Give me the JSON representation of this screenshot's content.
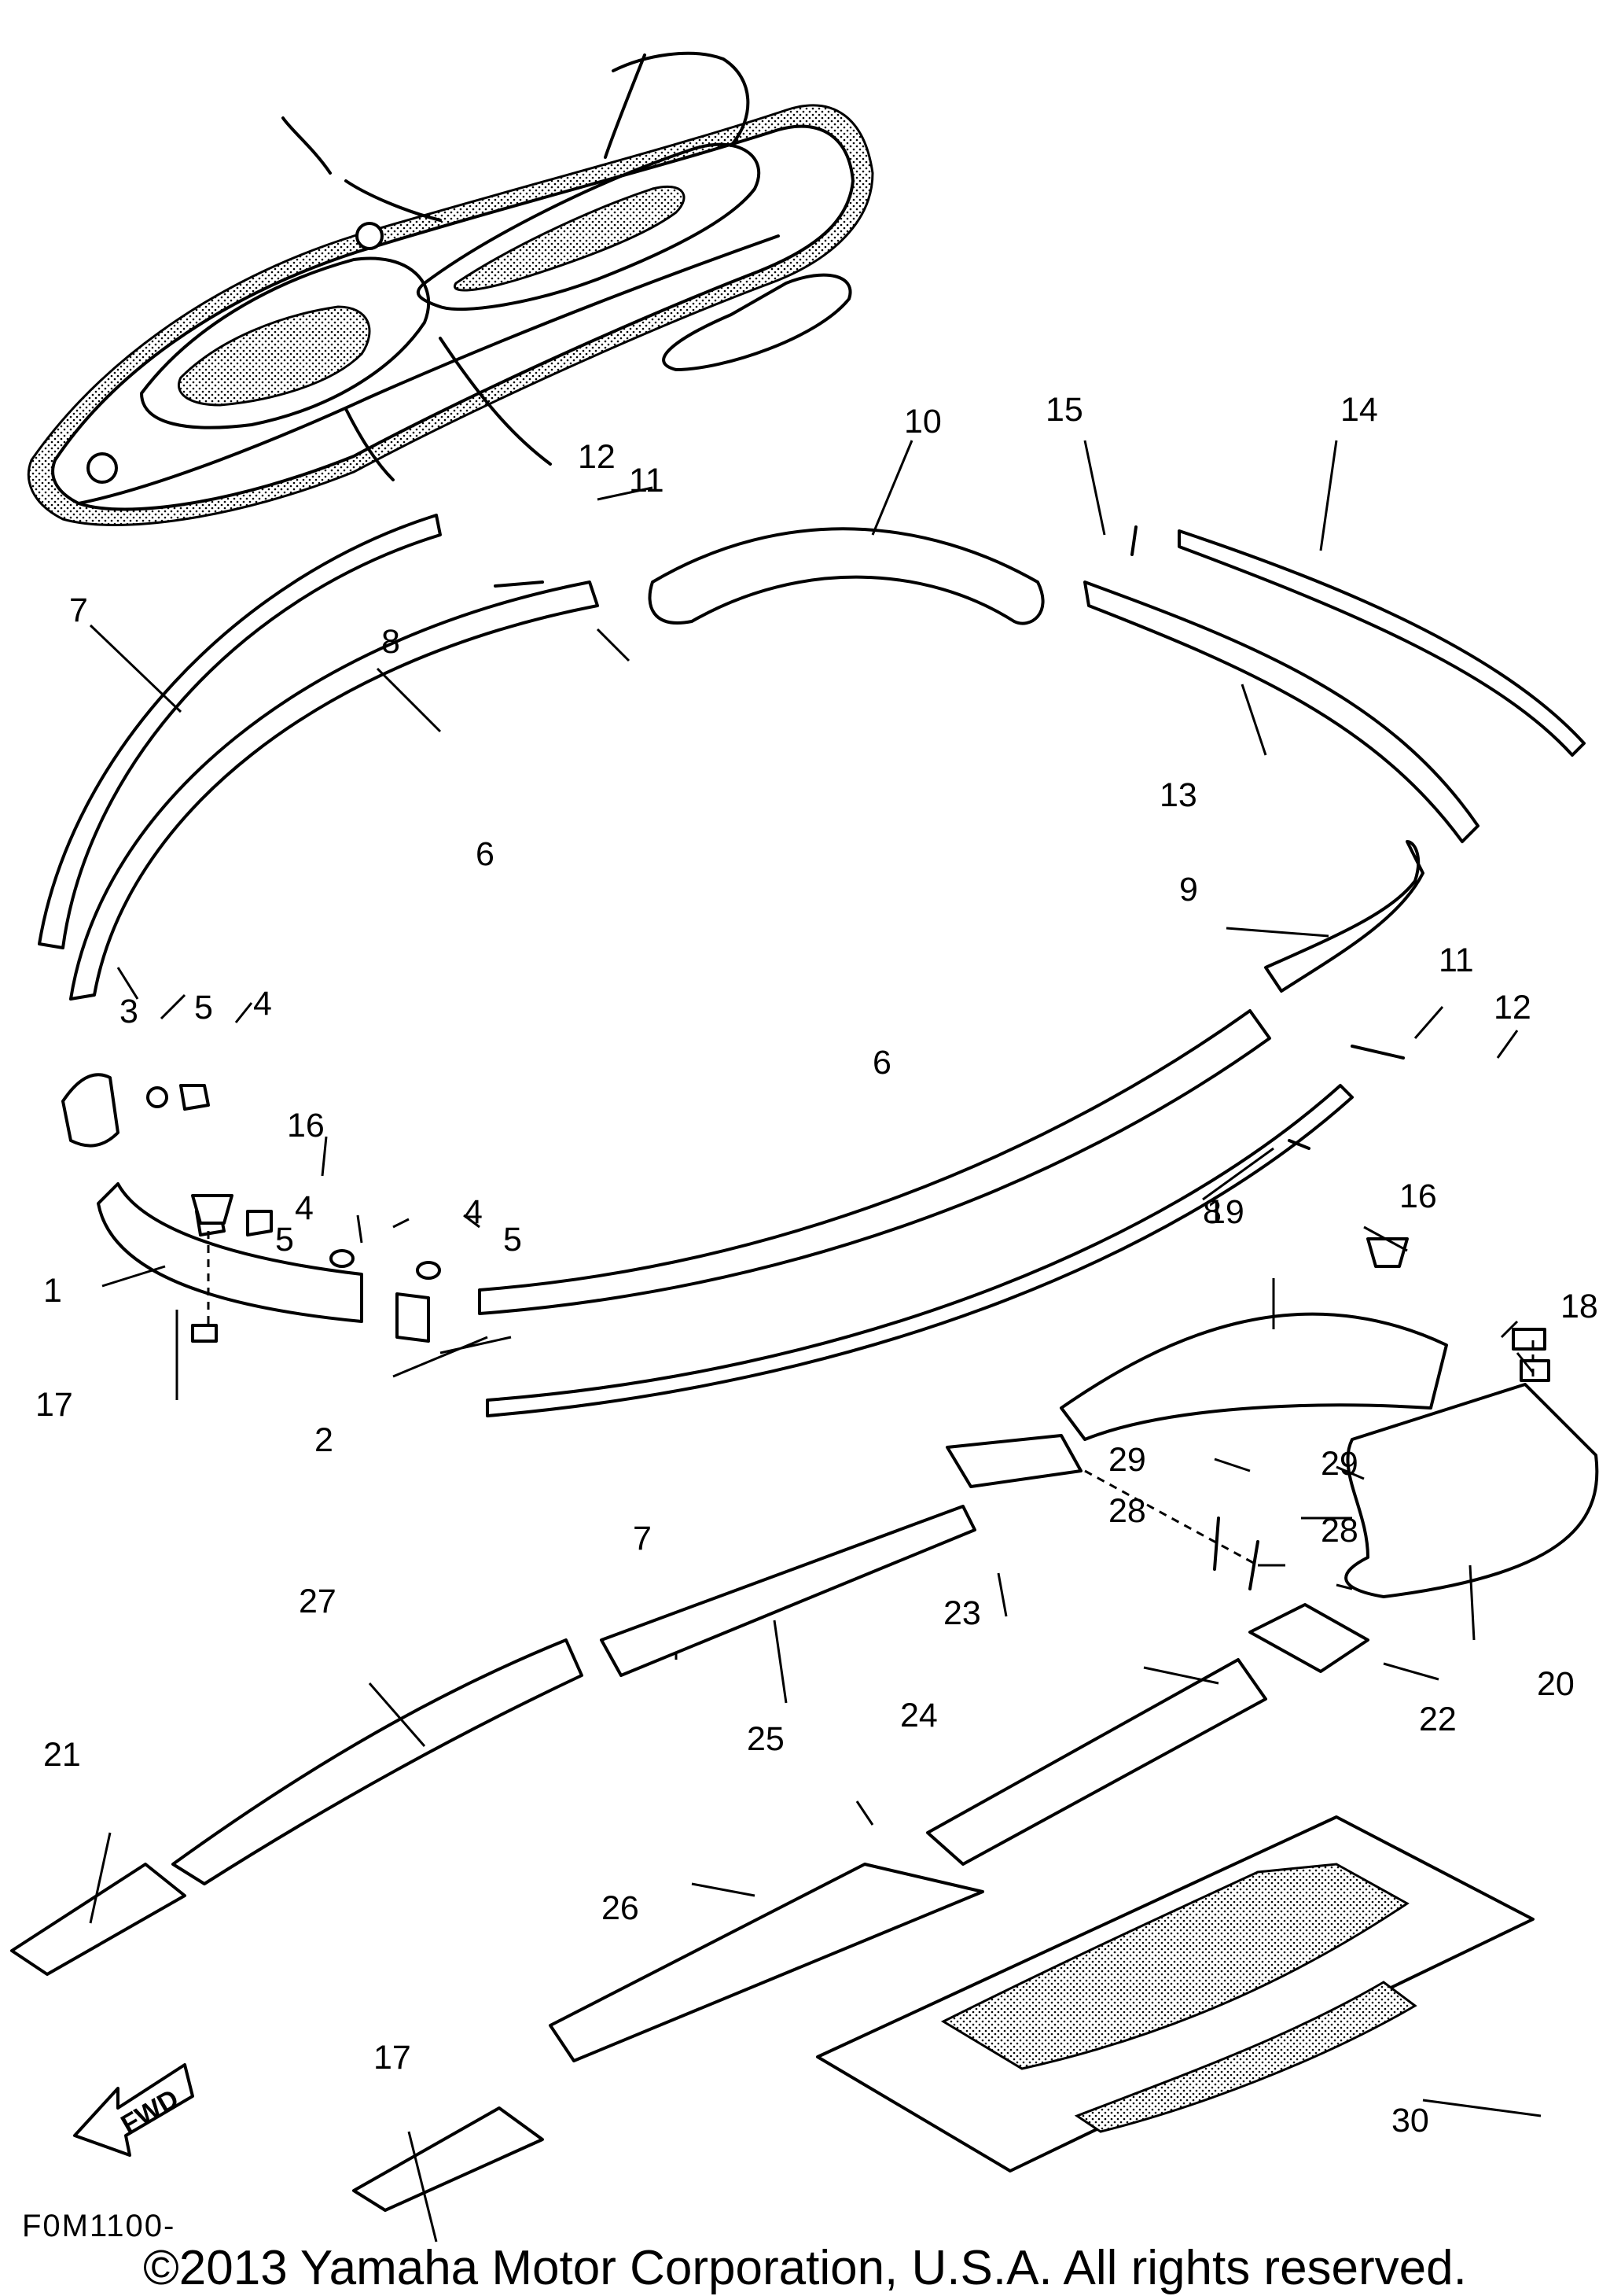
{
  "diagram": {
    "fwd_label": "FWD",
    "code": "F0M1100-",
    "copyright": "©2013 Yamaha Motor Corporation, U.S.A. All rights reserved.",
    "callouts": [
      "1",
      "2",
      "3",
      "4",
      "4",
      "4",
      "5",
      "5",
      "5",
      "6",
      "6",
      "7",
      "7",
      "8",
      "8",
      "9",
      "10",
      "11",
      "11",
      "12",
      "12",
      "13",
      "14",
      "15",
      "16",
      "16",
      "17",
      "17",
      "18",
      "19",
      "20",
      "21",
      "22",
      "23",
      "24",
      "25",
      "26",
      "27",
      "28",
      "28",
      "29",
      "29",
      "30"
    ]
  }
}
